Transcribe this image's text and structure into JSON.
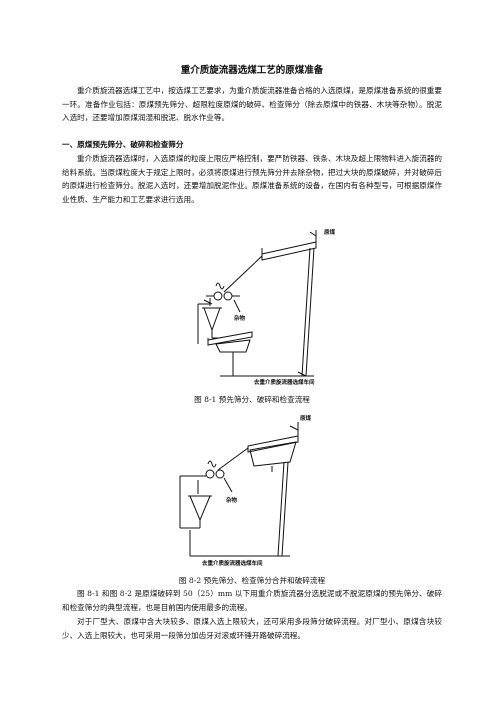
{
  "title": "重介质旋流器选煤工艺的原煤准备",
  "intro": "重介质旋流器选煤工艺中，按选煤工艺要求，为重介质旋流器准备合格的入选原煤，是原煤准备系统的很重要一环。准备作业包括：原煤预先筛分、超限粒度原煤的破碎、检查筛分（除去原煤中的铁器、木块等杂物）。脱泥入选时，还要增加原煤润湿和脱泥、脱水作业等。",
  "section1": {
    "heading": "一、原煤预先筛分、破碎和检查筛分",
    "body": "重介质旋流器选煤时，入选原煤的粒度上限应严格控制，要严防铁器、铁条、木块及超上限物料进入旋流器的给料系统。当原煤粒度大于规定上限时，必须将原煤进行预先筛分并去除杂物，把过大块的原煤破碎，并对破碎后的原煤进行检查筛分。脱泥入选时，还要增加脱泥作业。原煤准备系统的设备，在国内有各种型号，可根据原煤作业性质、生产能力和工艺要求进行选用。"
  },
  "figure1": {
    "label_raw": "原煤",
    "label_impurity": "杂物",
    "label_bin": "去重介质旋流器选煤车间",
    "caption": "图 8-1  预先筛分、破碎和检查流程"
  },
  "figure2": {
    "label_raw": "原煤",
    "label_impurity": "杂物",
    "label_bin": "去重介质旋流器选煤车间",
    "caption": "图 8-2 预先筛分、检查筛分合并和破碎流程"
  },
  "closing": [
    "图 8-1 和图 8-2 是原煤破碎到 50（25）mm 以下用重介质旋流器分选脱泥或不脱泥原煤的预先筛分、破碎和检查筛分的典型流程，也是目前国内使用最多的流程。",
    "对于厂型大、原煤中含大块较多、原煤入选上限较大，还可采用多段筛分破碎流程。对厂型小、原煤含块较少、入选上限较大，也可采用一段筛分加齿牙对滚或环锤开路破碎流程。"
  ]
}
